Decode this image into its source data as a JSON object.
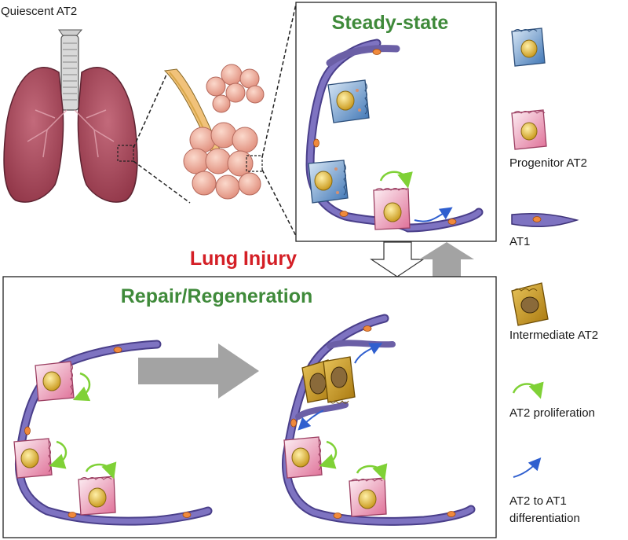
{
  "panels": {
    "steady_state_title": "Steady-state",
    "injury_title": "Lung Injury",
    "repair_title": "Repair/Regeneration"
  },
  "legend": {
    "items": [
      {
        "key": "quiescent",
        "label": "Quiescent AT2"
      },
      {
        "key": "progenitor",
        "label": "Progenitor AT2"
      },
      {
        "key": "at1",
        "label": "AT1"
      },
      {
        "key": "intermediate",
        "label": "Intermediate AT2"
      },
      {
        "key": "proliferation",
        "label": "AT2 proliferation"
      },
      {
        "key": "differentiation",
        "label": "AT2 to AT1",
        "label2": "differentiation"
      }
    ]
  },
  "colors": {
    "title_green": "#3f8a3a",
    "title_red": "#d41f26",
    "at1_purple": "#6b5fa6",
    "lung_red": "#a6485a",
    "alveoli_pink": "#eba796",
    "quiescent_blue": "#4f86bf",
    "progenitor_pink": "#e07fa0",
    "intermediate_gold": "#c89a1c",
    "nucleus_gold": "#d8b02c",
    "prolif_green": "#7fd136",
    "diff_blue": "#2f5fcf",
    "arrow_gray": "#a3a3a3"
  }
}
